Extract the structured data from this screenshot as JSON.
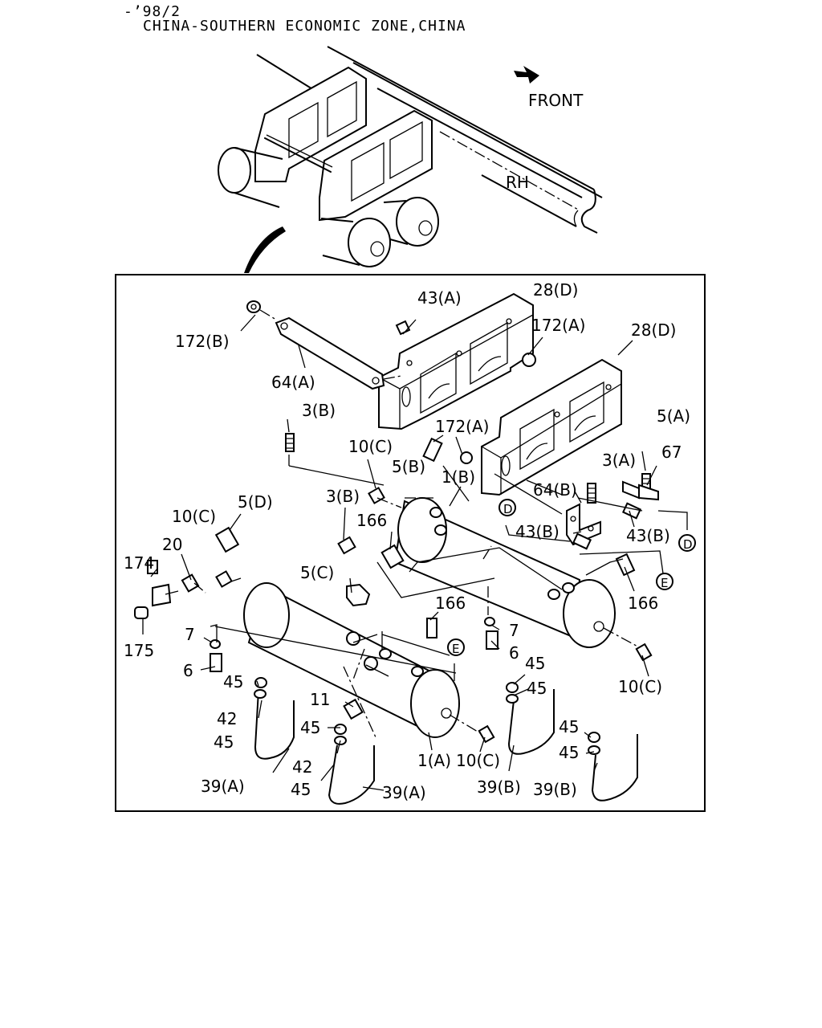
{
  "header": {
    "line1": "-’98/2",
    "line2": "CHINA-SOUTHERN ECONOMIC ZONE,CHINA"
  },
  "overview": {
    "front_label": "FRONT",
    "rh_label": "RH"
  },
  "callouts": [
    {
      "id": "c1",
      "text": "43(A)"
    },
    {
      "id": "c2",
      "text": "28(D)"
    },
    {
      "id": "c3",
      "text": "172(B)"
    },
    {
      "id": "c4",
      "text": "172(A)"
    },
    {
      "id": "c5",
      "text": "28(D)"
    },
    {
      "id": "c6",
      "text": "64(A)"
    },
    {
      "id": "c7",
      "text": "3(B)"
    },
    {
      "id": "c8",
      "text": "172(A)"
    },
    {
      "id": "c9",
      "text": "5(A)"
    },
    {
      "id": "c10",
      "text": "10(C)"
    },
    {
      "id": "c11",
      "text": "5(B)"
    },
    {
      "id": "c12",
      "text": "3(A)"
    },
    {
      "id": "c13",
      "text": "67"
    },
    {
      "id": "c14",
      "text": "1(B)"
    },
    {
      "id": "c15",
      "text": "10(C)"
    },
    {
      "id": "c16",
      "text": "5(D)"
    },
    {
      "id": "c17",
      "text": "3(B)"
    },
    {
      "id": "c18",
      "text": "64(B)"
    },
    {
      "id": "c19",
      "text": "166"
    },
    {
      "id": "c20",
      "text": "43(B)"
    },
    {
      "id": "c21",
      "text": "43(B)"
    },
    {
      "id": "c22",
      "text": "20"
    },
    {
      "id": "c23",
      "text": "174"
    },
    {
      "id": "c24",
      "text": "5(C)"
    },
    {
      "id": "c25",
      "text": "166"
    },
    {
      "id": "c26",
      "text": "166"
    },
    {
      "id": "c27",
      "text": "7"
    },
    {
      "id": "c28",
      "text": "175"
    },
    {
      "id": "c29",
      "text": "7"
    },
    {
      "id": "c30",
      "text": "6"
    },
    {
      "id": "c31",
      "text": "6"
    },
    {
      "id": "c32",
      "text": "45"
    },
    {
      "id": "c33",
      "text": "10(C)"
    },
    {
      "id": "c34",
      "text": "45"
    },
    {
      "id": "c35",
      "text": "45"
    },
    {
      "id": "c36",
      "text": "11"
    },
    {
      "id": "c37",
      "text": "42"
    },
    {
      "id": "c38",
      "text": "45"
    },
    {
      "id": "c39",
      "text": "45"
    },
    {
      "id": "c40",
      "text": "45"
    },
    {
      "id": "c41",
      "text": "45"
    },
    {
      "id": "c42",
      "text": "1(A)"
    },
    {
      "id": "c43",
      "text": "10(C)"
    },
    {
      "id": "c44",
      "text": "42"
    },
    {
      "id": "c45",
      "text": "39(A)"
    },
    {
      "id": "c46",
      "text": "45"
    },
    {
      "id": "c47",
      "text": "39(A)"
    },
    {
      "id": "c48",
      "text": "39(B)"
    },
    {
      "id": "c49",
      "text": "39(B)"
    }
  ],
  "connectors": [
    {
      "id": "k1",
      "text": "D"
    },
    {
      "id": "k2",
      "text": "D"
    },
    {
      "id": "k3",
      "text": "E"
    },
    {
      "id": "k4",
      "text": "E"
    }
  ]
}
